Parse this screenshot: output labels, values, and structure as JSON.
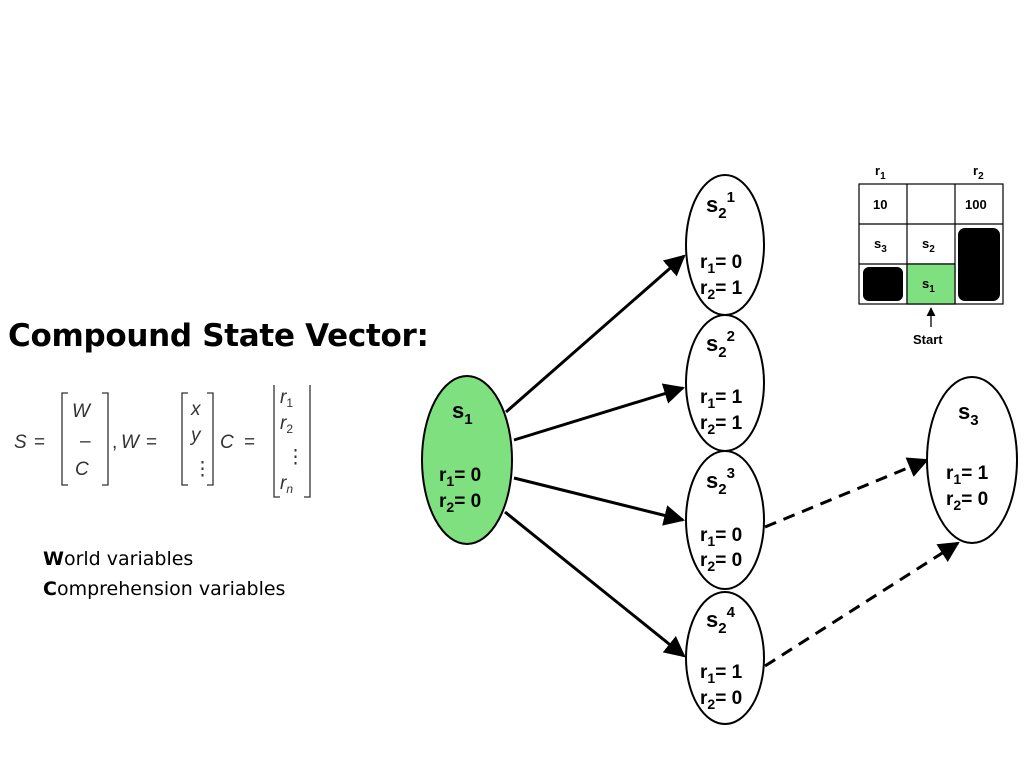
{
  "heading": "Compound State Vector:",
  "formula": {
    "s_lhs": "S",
    "s_vector": [
      "W",
      "–",
      "C"
    ],
    "w_lhs": "W",
    "w_vector": [
      "x",
      "y",
      "⋮"
    ],
    "c_lhs": "C",
    "c_vector": [
      "r",
      "r",
      "⋮",
      "r"
    ],
    "c_subscripts": [
      "1",
      "2",
      "",
      "n"
    ],
    "equals": "=",
    "comma": ","
  },
  "legend": [
    {
      "initial": "W",
      "rest": "orld variables"
    },
    {
      "initial": "C",
      "rest": "omprehension variables"
    }
  ],
  "nodes": [
    {
      "id": "s1",
      "base": "s",
      "sub": "1",
      "sup": "",
      "r1": "0",
      "r2": "0",
      "fill": "#7fe07f"
    },
    {
      "id": "s2_1",
      "base": "s",
      "sub": "2",
      "sup": "1",
      "r1": "0",
      "r2": "1",
      "fill": "#ffffff"
    },
    {
      "id": "s2_2",
      "base": "s",
      "sub": "2",
      "sup": "2",
      "r1": "1",
      "r2": "1",
      "fill": "#ffffff"
    },
    {
      "id": "s2_3",
      "base": "s",
      "sub": "2",
      "sup": "3",
      "r1": "0",
      "r2": "0",
      "fill": "#ffffff"
    },
    {
      "id": "s2_4",
      "base": "s",
      "sub": "2",
      "sup": "4",
      "r1": "1",
      "r2": "0",
      "fill": "#ffffff"
    },
    {
      "id": "s3",
      "base": "s",
      "sub": "3",
      "sup": "",
      "r1": "1",
      "r2": "0",
      "fill": "#ffffff"
    }
  ],
  "var_labels": {
    "r": "r",
    "one": "1",
    "two": "2",
    "eq": "= "
  },
  "edges": [
    {
      "from": "s1",
      "to": "s2_1",
      "style": "solid"
    },
    {
      "from": "s1",
      "to": "s2_2",
      "style": "solid"
    },
    {
      "from": "s1",
      "to": "s2_3",
      "style": "solid"
    },
    {
      "from": "s1",
      "to": "s2_4",
      "style": "solid"
    },
    {
      "from": "s2_3",
      "to": "s3",
      "style": "dashed"
    },
    {
      "from": "s2_4",
      "to": "s3",
      "style": "dashed"
    }
  ],
  "gridworld": {
    "col_header_left": {
      "base": "r",
      "sub": "1"
    },
    "col_header_right": {
      "base": "r",
      "sub": "2"
    },
    "reward_left": "10",
    "reward_right": "100",
    "cell_s3": {
      "base": "s",
      "sub": "3"
    },
    "cell_s2": {
      "base": "s",
      "sub": "2"
    },
    "cell_s1": {
      "base": "s",
      "sub": "1"
    },
    "start_label": "Start",
    "start_cell_color": "#7fe07f",
    "wall_color": "#000000"
  }
}
